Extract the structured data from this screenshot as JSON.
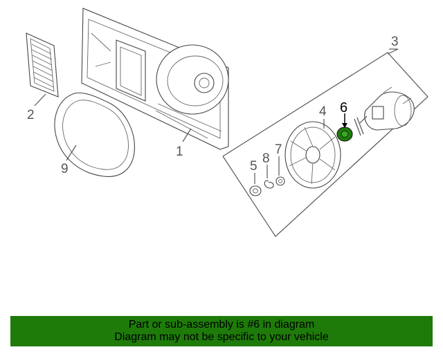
{
  "callouts": {
    "c1": "1",
    "c2": "2",
    "c3": "3",
    "c4": "4",
    "c5": "5",
    "c6": "6",
    "c7": "7",
    "c8": "8",
    "c9": "9"
  },
  "highlight_part": "6",
  "colors": {
    "banner_bg": "#1e7b0a",
    "banner_text": "#000000",
    "highlight_fill": "#1e7b0a",
    "line": "#555555"
  },
  "banner": {
    "line1": "Part or sub-assembly is #6 in diagram",
    "line2": "Diagram may not be specific to your vehicle"
  }
}
